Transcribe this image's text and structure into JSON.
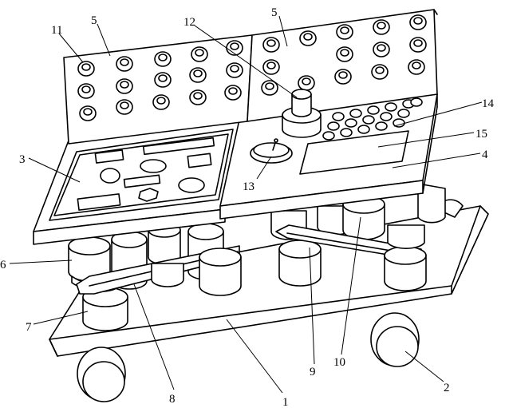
{
  "labels": {
    "l1": "1",
    "l2": "2",
    "l3": "3",
    "l4": "4",
    "l5a": "5",
    "l5b": "5",
    "l6": "6",
    "l7": "7",
    "l8": "8",
    "l9": "9",
    "l10": "10",
    "l11": "11",
    "l12": "12",
    "l13": "13",
    "l14": "14",
    "l15": "15"
  }
}
